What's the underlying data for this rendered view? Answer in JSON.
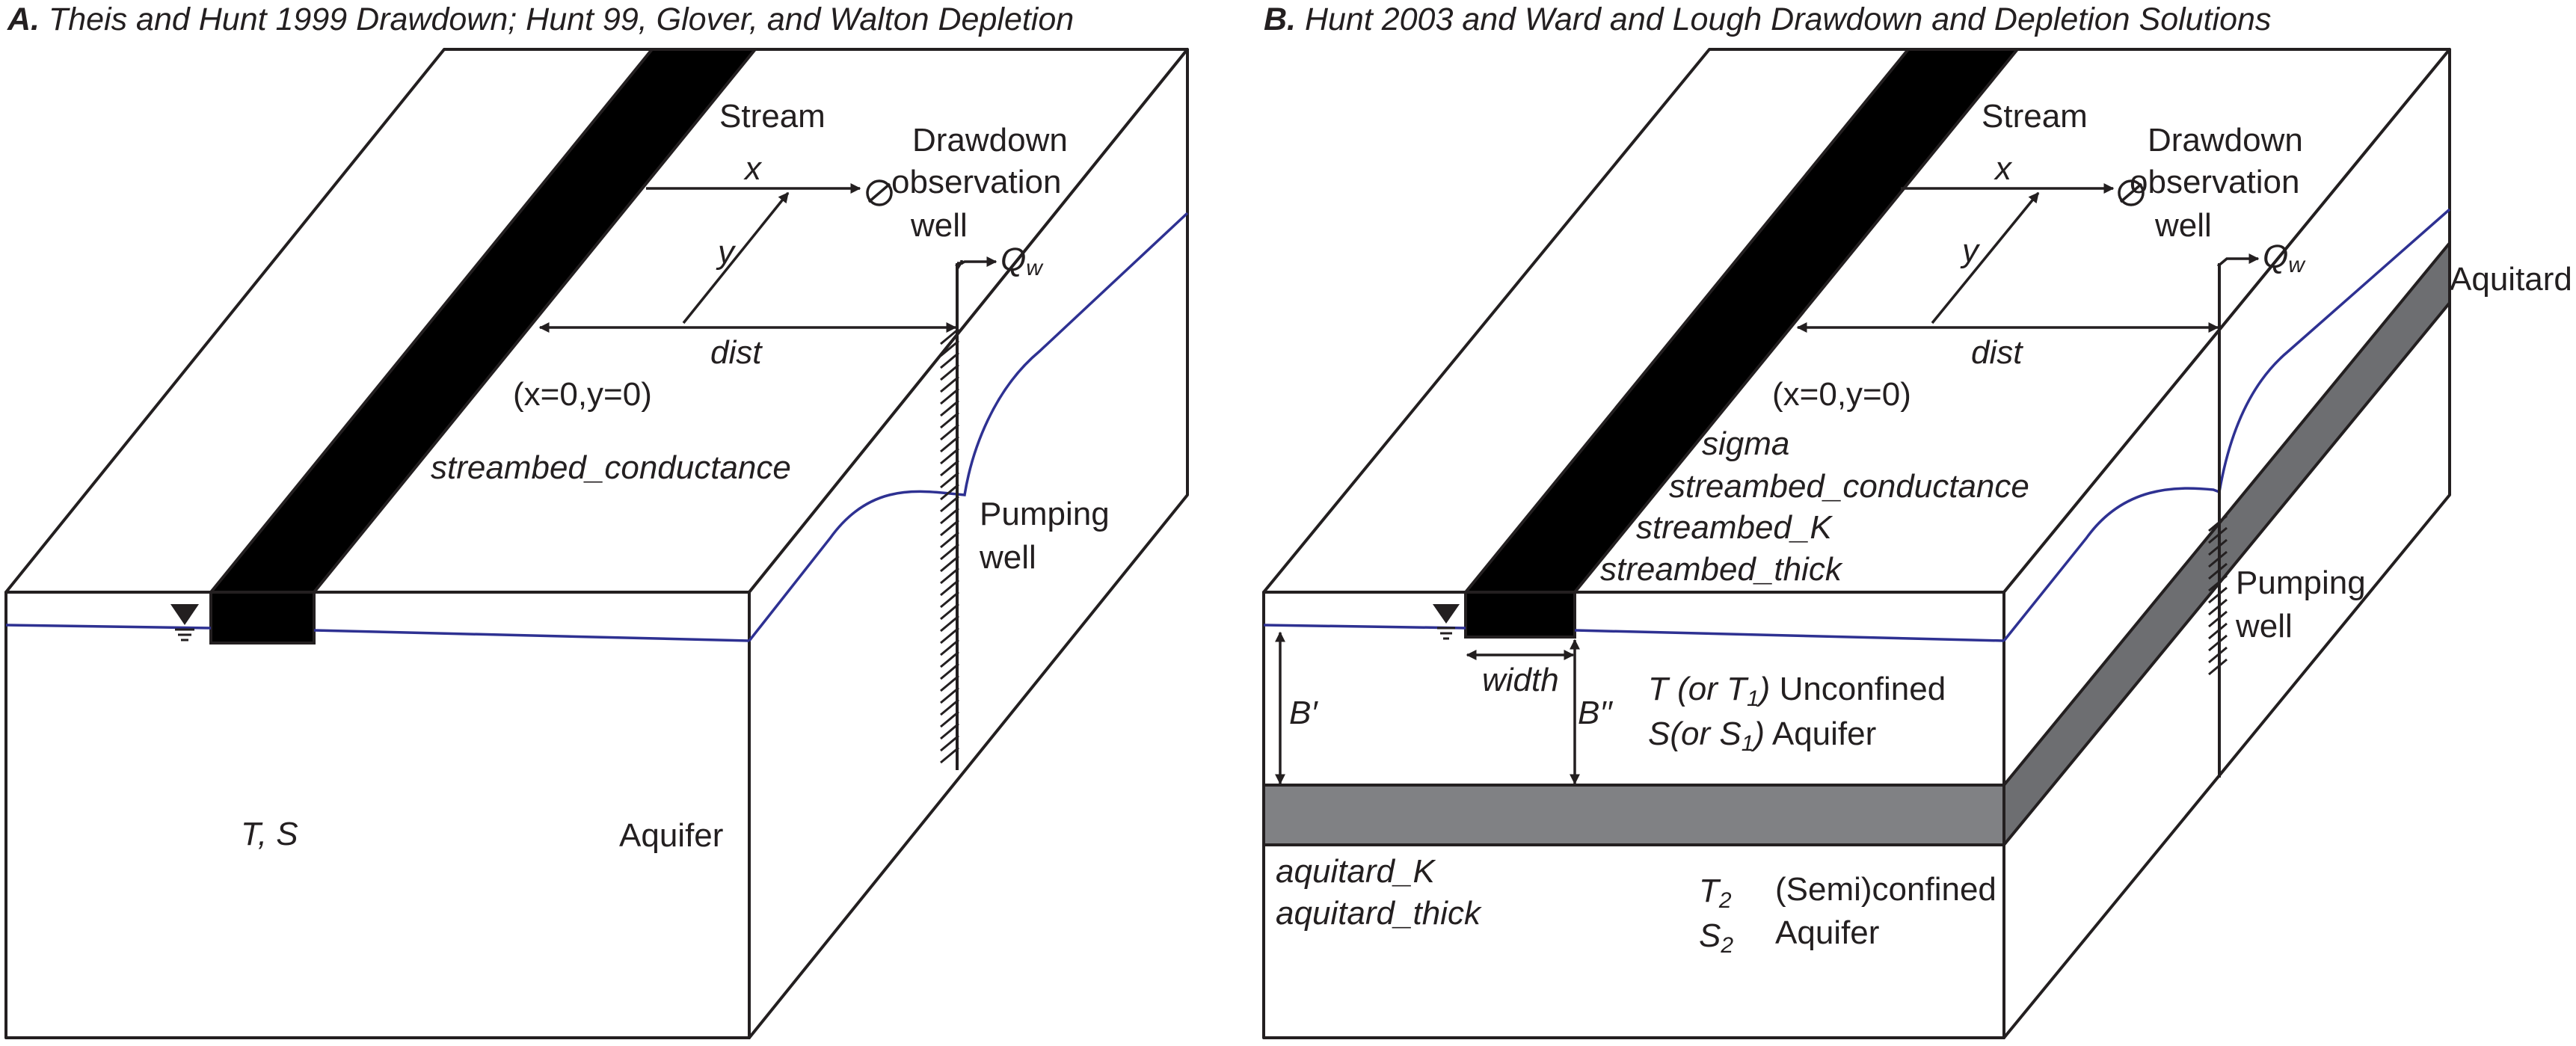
{
  "panel_a": {
    "letter": "A.",
    "title": "Theis and Hunt 1999 Drawdown; Hunt 99, Glover, and Walton Depletion",
    "stream": "Stream",
    "obs_line1": "Drawdown",
    "obs_line2": "observation",
    "obs_line3": "well",
    "x": "x",
    "y": "y",
    "dist": "dist",
    "origin": "(x=0,y=0)",
    "qw_q": "Q",
    "qw_sub": "w",
    "streambed_conductance": "streambed_conductance",
    "pumping_line1": "Pumping",
    "pumping_line2": "well",
    "ts": "T, S",
    "aquifer": "Aquifer"
  },
  "panel_b": {
    "letter": "B.",
    "title": "Hunt 2003 and Ward and Lough Drawdown and Depletion Solutions",
    "stream": "Stream",
    "obs_line1": "Drawdown",
    "obs_line2": "observation",
    "obs_line3": "well",
    "x": "x",
    "y": "y",
    "dist": "dist",
    "origin": "(x=0,y=0)",
    "qw_q": "Q",
    "qw_sub": "w",
    "aquitard": "Aquitard",
    "sigma": "sigma",
    "streambed_conductance": "streambed_conductance",
    "streambed_k": "streambed_K",
    "streambed_thick": "streambed_thick",
    "pumping_line1": "Pumping",
    "pumping_line2": "well",
    "width": "width",
    "b_prime": "B′",
    "b_dprime": "B′′",
    "t_or": "T (or T",
    "t_sub": "1",
    "t_close": ")",
    "unconfined": "Unconfined",
    "s_or": "S(or S",
    "s_sub": "1",
    "s_close": ")",
    "aquifer": "Aquifer",
    "aquitard_k": "aquitard_K",
    "aquitard_thick": "aquitard_thick",
    "t2": "T",
    "t2_sub": "2",
    "s2": "S",
    "s2_sub": "2",
    "semiconfined": "(Semi)confined",
    "aquifer2": "Aquifer"
  },
  "colors": {
    "stream": "#000000",
    "aquitard": "#808184",
    "water_table": "#2e3192",
    "ink": "#231f20"
  }
}
